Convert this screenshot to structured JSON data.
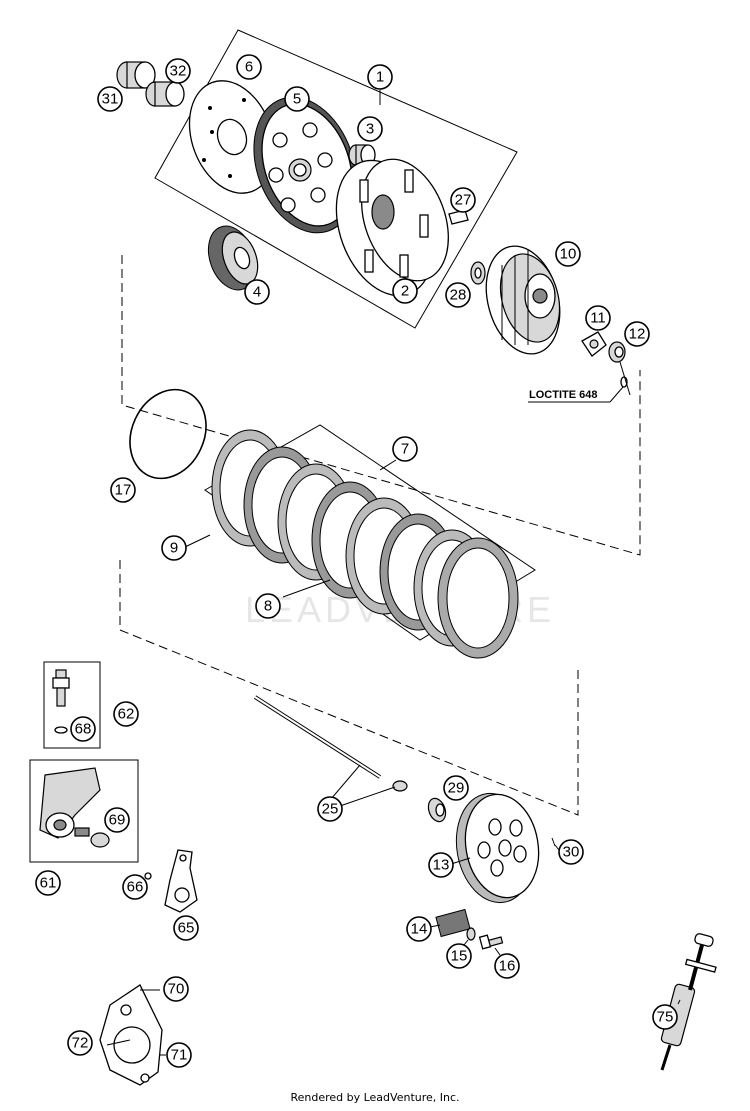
{
  "callouts": {
    "c1": "1",
    "c2": "2",
    "c3": "3",
    "c4": "4",
    "c5": "5",
    "c6": "6",
    "c7": "7",
    "c8": "8",
    "c9": "9",
    "c10": "10",
    "c11": "11",
    "c12": "12",
    "c13": "13",
    "c14": "14",
    "c15": "15",
    "c16": "16",
    "c17": "17",
    "c25": "25",
    "c27": "27",
    "c28": "28",
    "c29": "29",
    "c30": "30",
    "c31": "31",
    "c32": "32",
    "c61": "61",
    "c62": "62",
    "c65": "65",
    "c66": "66",
    "c68": "68",
    "c69": "69",
    "c70": "70",
    "c71": "71",
    "c72": "72",
    "c75": "75"
  },
  "notes": {
    "loctite": "LOCTITE 648"
  },
  "watermark": "LEADVENTURE",
  "footer": {
    "credit": "Rendered by LeadVenture, Inc."
  }
}
